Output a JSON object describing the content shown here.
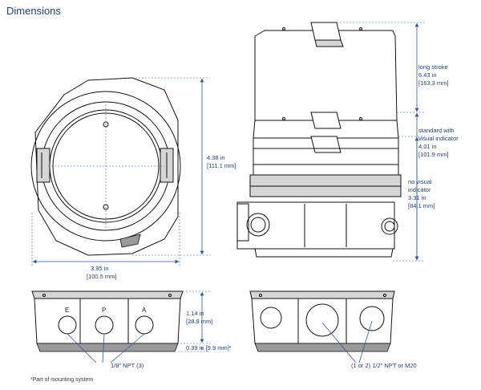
{
  "title": "Dimensions",
  "labels": {
    "height_long_stroke": [
      "long stroke",
      "6.43 in",
      "[163.3 mm]"
    ],
    "height_standard": [
      "standard with",
      "visual indicator",
      "4.01 in",
      "[101.9 mm]"
    ],
    "height_no_visual": [
      "no visual",
      "indicator",
      "3.31 in",
      "[84.1 mm]"
    ],
    "top_height": [
      "4.38 in",
      "[111.1 mm]"
    ],
    "top_width": [
      "3.95 in",
      "[100.5 mm]"
    ],
    "front_height": [
      "1.14 in",
      "[28.9 mm]"
    ],
    "mount_offset": "0.39 in [9.9 mm]*",
    "npt_small": "1/8\" NPT (3)",
    "npt_large": "(1 or 2) 1/2\" NPT or M20",
    "port_letters": [
      "E",
      "P",
      "A"
    ]
  },
  "footnote": "*Part of mounting system"
}
